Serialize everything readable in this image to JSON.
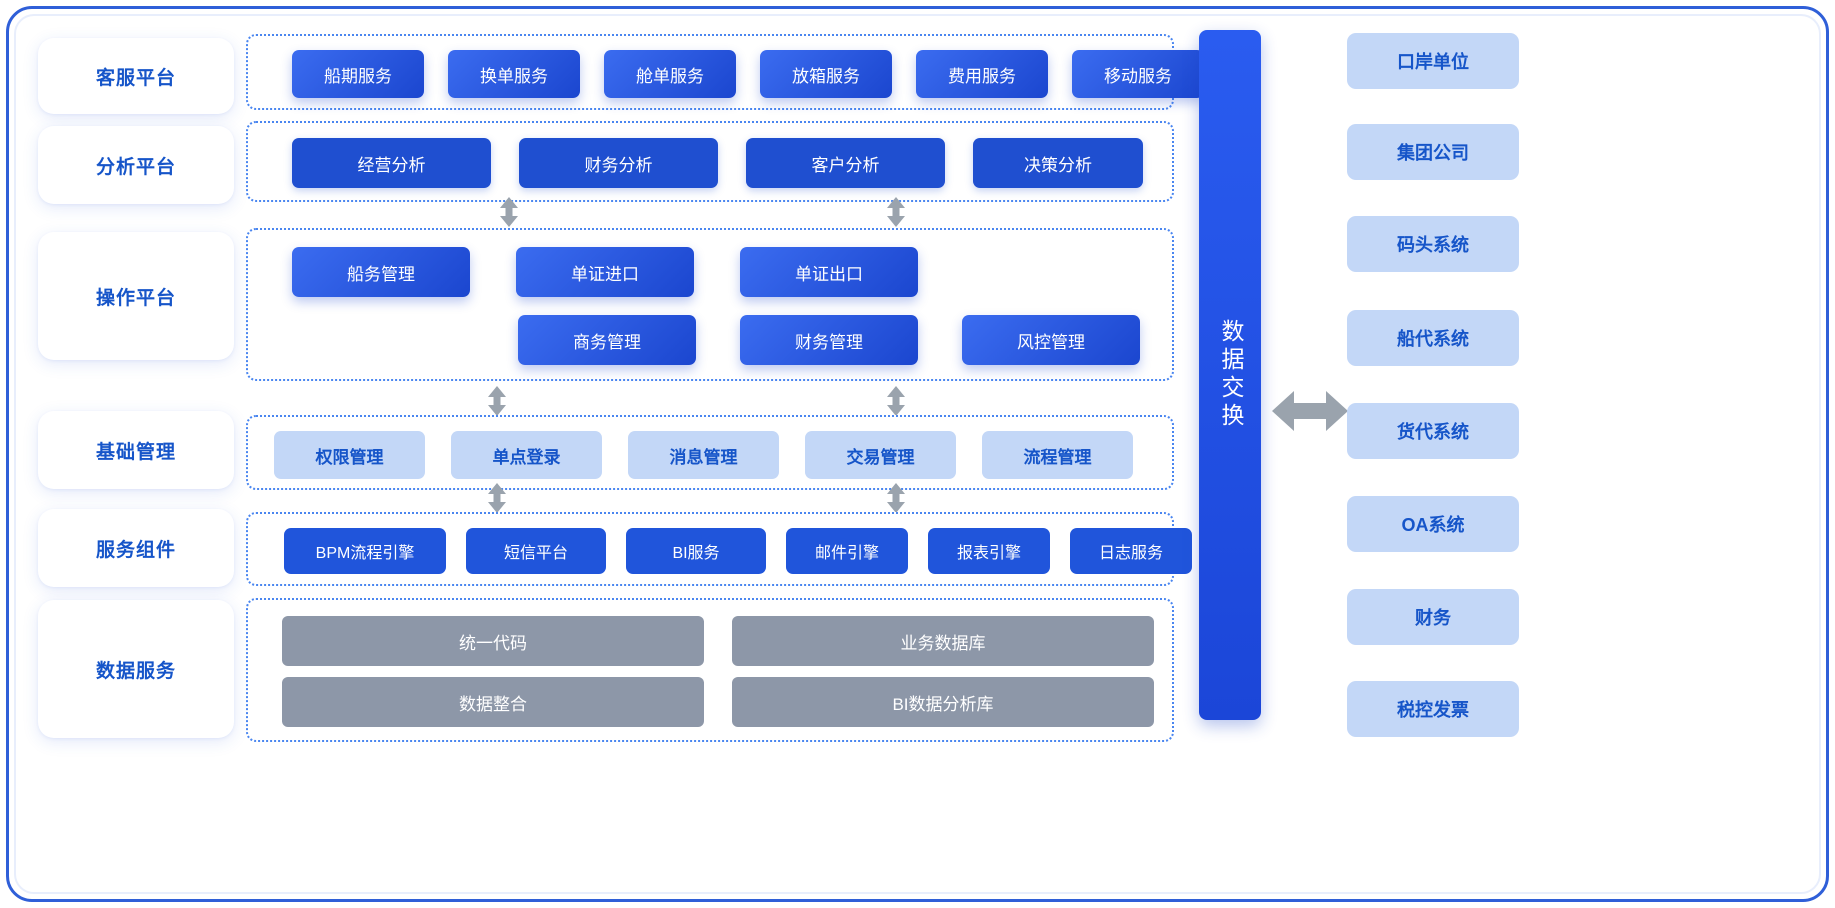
{
  "colors": {
    "frame_border": "#2f5fd8",
    "accent_blue": "#1f4fd0",
    "chip_gradient_from": "#3b6cf0",
    "chip_gradient_to": "#1b46cf",
    "light_chip_bg": "#c3d7f7",
    "light_chip_text": "#1655c9",
    "gray_chip_bg": "#8d97a8",
    "dashed_border": "#4a86f0",
    "arrow_gray": "#9aa3ad"
  },
  "left_labels": [
    {
      "label": "客服平台"
    },
    {
      "label": "分析平台"
    },
    {
      "label": "操作平台"
    },
    {
      "label": "基础管理"
    },
    {
      "label": "服务组件"
    },
    {
      "label": "数据服务"
    }
  ],
  "bands": {
    "service_platform": {
      "items": [
        {
          "label": "船期服务"
        },
        {
          "label": "换单服务"
        },
        {
          "label": "舱单服务"
        },
        {
          "label": "放箱服务"
        },
        {
          "label": "费用服务"
        },
        {
          "label": "移动服务"
        }
      ]
    },
    "analysis_platform": {
      "items": [
        {
          "label": "经营分析"
        },
        {
          "label": "财务分析"
        },
        {
          "label": "客户分析"
        },
        {
          "label": "决策分析"
        }
      ]
    },
    "operation_platform": {
      "row1": [
        {
          "label": "船务管理"
        },
        {
          "label": "单证进口"
        },
        {
          "label": "单证出口"
        }
      ],
      "row2": [
        {
          "label": "商务管理"
        },
        {
          "label": "财务管理"
        },
        {
          "label": "风控管理"
        }
      ]
    },
    "base_management": {
      "items": [
        {
          "label": "权限管理"
        },
        {
          "label": "单点登录"
        },
        {
          "label": "消息管理"
        },
        {
          "label": "交易管理"
        },
        {
          "label": "流程管理"
        }
      ]
    },
    "service_components": {
      "items": [
        {
          "label": "BPM流程引擎"
        },
        {
          "label": "短信平台"
        },
        {
          "label": "BI服务"
        },
        {
          "label": "邮件引擎"
        },
        {
          "label": "报表引擎"
        },
        {
          "label": "日志服务"
        }
      ]
    },
    "data_services": {
      "row1": [
        {
          "label": "统一代码"
        },
        {
          "label": "业务数据库"
        }
      ],
      "row2": [
        {
          "label": "数据整合"
        },
        {
          "label": "BI数据分析库"
        }
      ]
    }
  },
  "exchange": {
    "label": "数据交换"
  },
  "external_systems": [
    {
      "label": "口岸单位"
    },
    {
      "label": "集团公司"
    },
    {
      "label": "码头系统"
    },
    {
      "label": "船代系统"
    },
    {
      "label": "货代系统"
    },
    {
      "label": "OA系统"
    },
    {
      "label": "财务"
    },
    {
      "label": "税控发票"
    }
  ]
}
